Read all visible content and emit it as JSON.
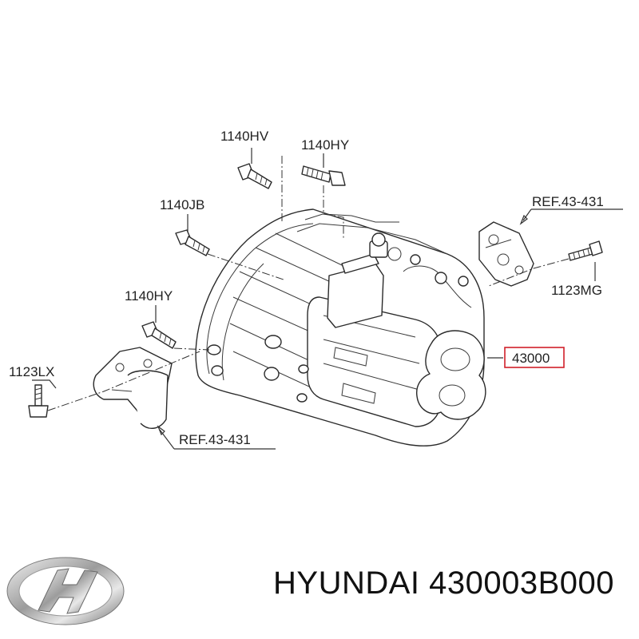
{
  "callouts": {
    "c1140hv": "1140HV",
    "c1140hy_top": "1140HY",
    "c1140jb": "1140JB",
    "c1140hy_left": "1140HY",
    "c1123lx": "1123LX",
    "c1123mg": "1123MG",
    "ref_top": "REF.43-431",
    "ref_bottom": "REF.43-431",
    "main_part": "43000"
  },
  "highlight_color": "#d0202a",
  "logo_icon": "hyundai-logo",
  "footer": {
    "brand_part": "HYUNDAI 430003B000"
  }
}
